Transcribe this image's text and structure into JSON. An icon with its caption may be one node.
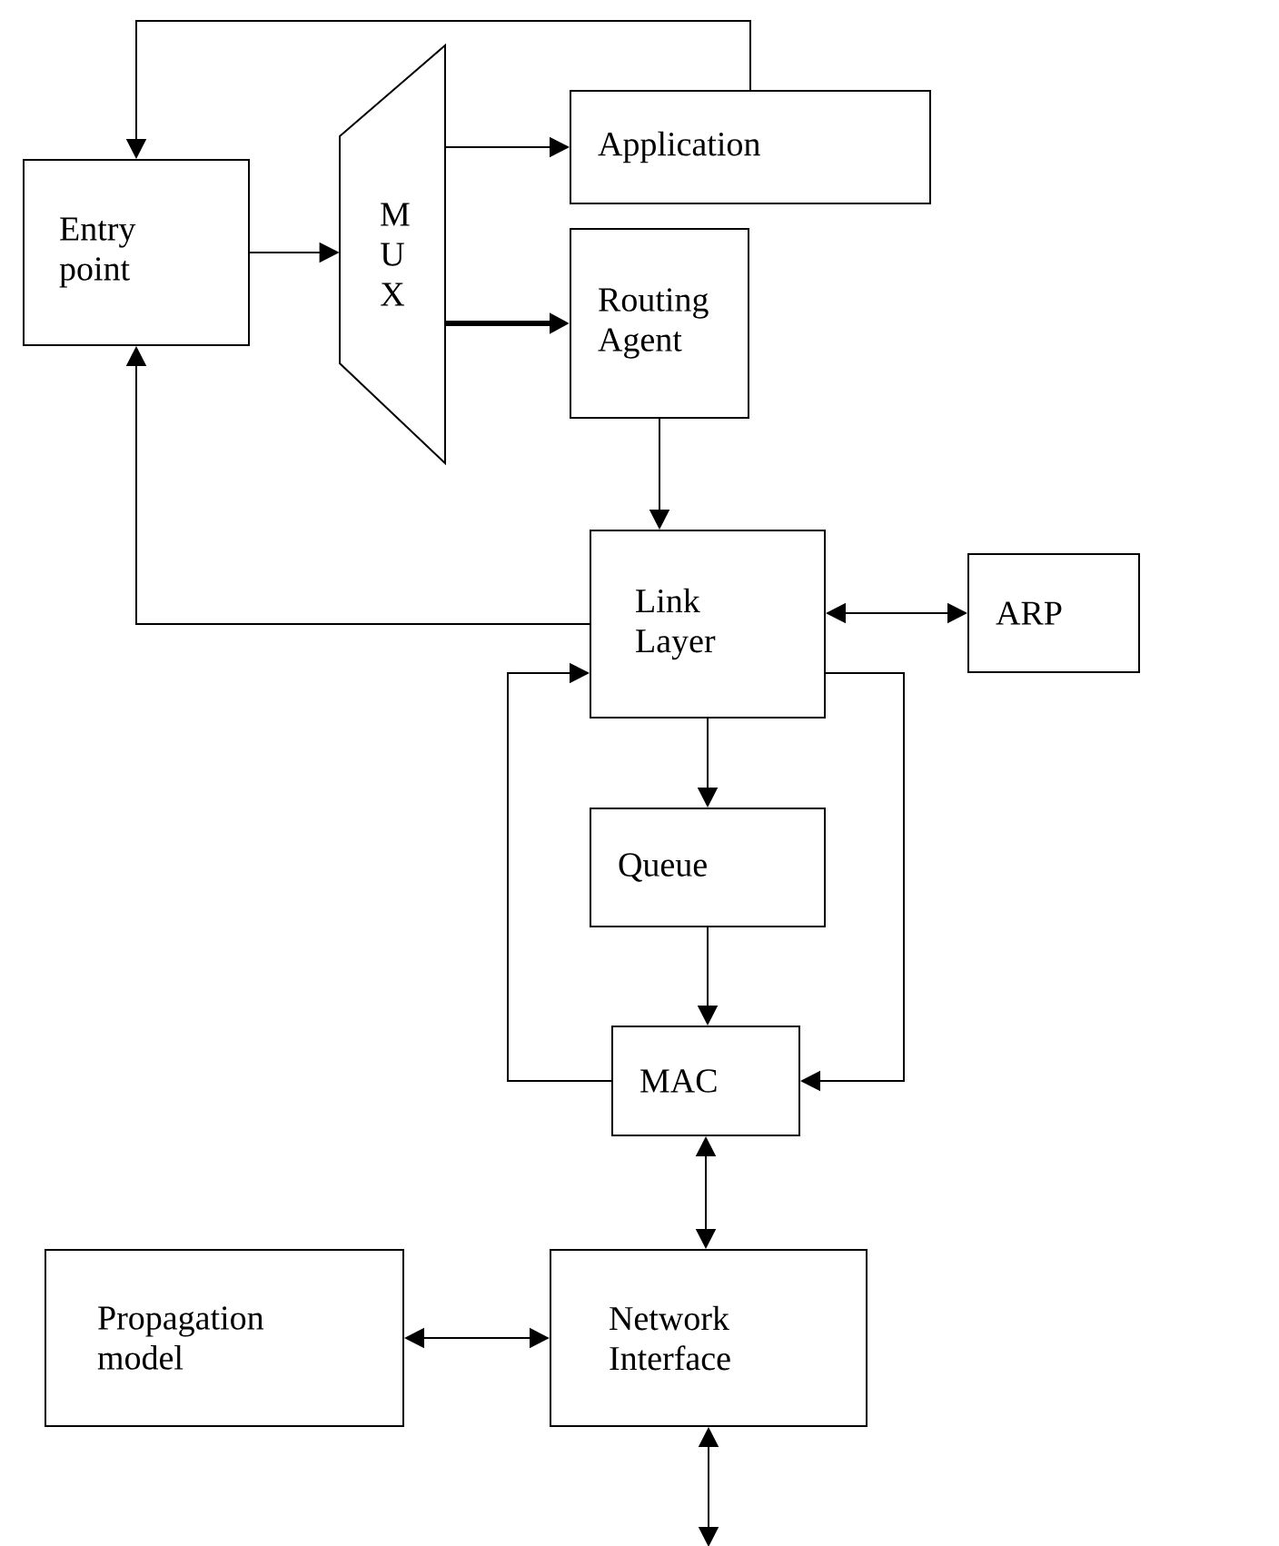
{
  "diagram": {
    "nodes": [
      {
        "text": [
          "Entry point"
        ]
      },
      {
        "text": [
          "M U X"
        ]
      },
      {
        "text": [
          "Application"
        ]
      },
      {
        "text": [
          "Routing Agent"
        ]
      },
      {
        "text": [
          "Link Layer"
        ]
      },
      {
        "text": [
          "ARP"
        ]
      },
      {
        "text": [
          "Queue"
        ]
      },
      {
        "text": [
          "MAC"
        ]
      },
      {
        "text": [
          "Propagation model"
        ]
      },
      {
        "text": [
          "Network Interface"
        ]
      }
    ],
    "edges": [
      {
        "from": 2,
        "to": 0,
        "arrow": "to"
      },
      {
        "from": 0,
        "to": 1,
        "arrow": "to"
      },
      {
        "from": 1,
        "to": 2,
        "arrow": "to"
      },
      {
        "from": 1,
        "to": 3,
        "arrow": "to",
        "style": "thick"
      },
      {
        "from": 3,
        "to": 4,
        "arrow": "to"
      },
      {
        "from": 4,
        "to": 0,
        "arrow": "to"
      },
      {
        "from": 4,
        "to": 5,
        "arrow": "both"
      },
      {
        "from": 4,
        "to": 6,
        "arrow": "to"
      },
      {
        "from": 6,
        "to": 7,
        "arrow": "to"
      },
      {
        "from": 7,
        "to": 4,
        "arrow": "to"
      },
      {
        "from": 4,
        "to": 7,
        "arrow": "to"
      },
      {
        "from": 7,
        "to": 9,
        "arrow": "both"
      },
      {
        "from": 8,
        "to": 9,
        "arrow": "both"
      },
      {
        "from": 9,
        "to": null,
        "arrow": "both"
      }
    ]
  }
}
